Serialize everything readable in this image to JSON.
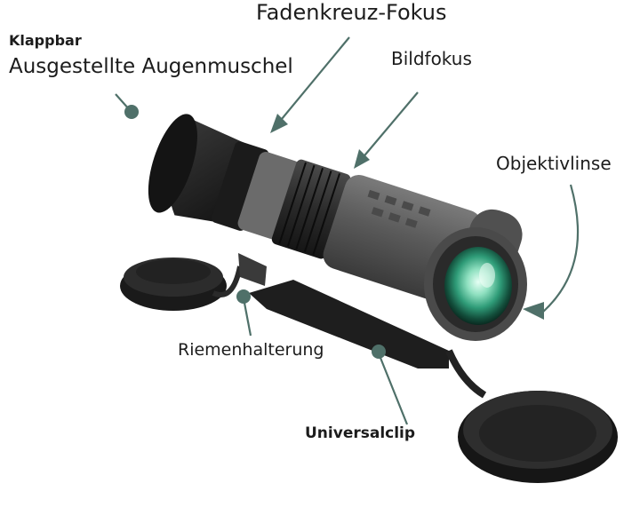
{
  "labels": {
    "fadenkreuz": "Fadenkreuz-Fokus",
    "klappbar": "Klappbar",
    "augenmuschel": "Ausgestellte Augenmuschel",
    "bildfokus": "Bildfokus",
    "objektivlinse": "Objektivlinse",
    "riemenhalterung": "Riemenhalterung",
    "universalclip": "Universalclip"
  },
  "colors": {
    "accent": "#4f7069",
    "lens_green": "#3fae8c",
    "body_dark": "#262626",
    "body_grey": "#5a5a5a"
  }
}
